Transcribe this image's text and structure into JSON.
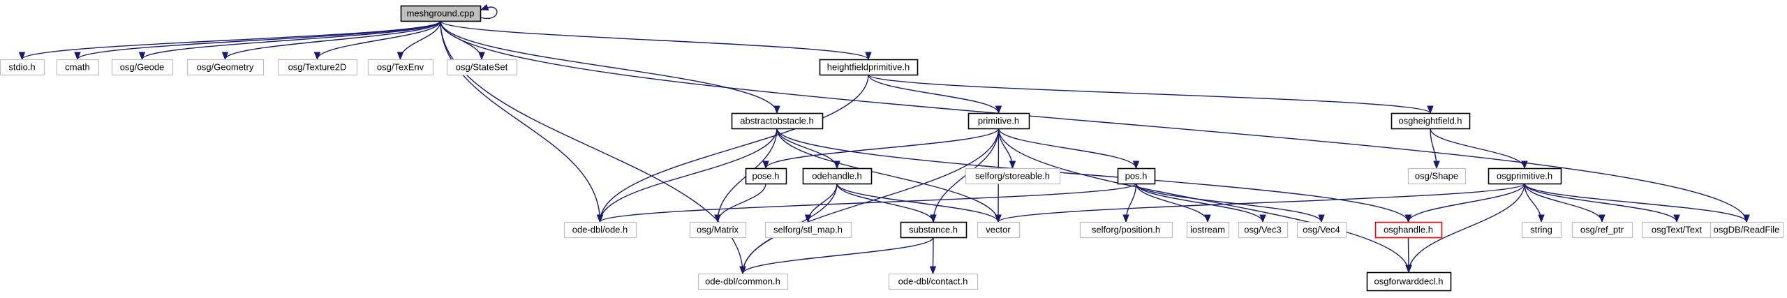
{
  "diagram": {
    "kind": "include-dependency-graph",
    "edge_color": "#191970",
    "highlight_color": "#ff0000",
    "nodes": [
      {
        "id": "meshground",
        "label": "meshground.cpp",
        "style": "root"
      },
      {
        "id": "stdio",
        "label": "stdio.h",
        "style": "external"
      },
      {
        "id": "cmath",
        "label": "cmath",
        "style": "external"
      },
      {
        "id": "geode",
        "label": "osg/Geode",
        "style": "external"
      },
      {
        "id": "geometry",
        "label": "osg/Geometry",
        "style": "external"
      },
      {
        "id": "texture2d",
        "label": "osg/Texture2D",
        "style": "external"
      },
      {
        "id": "texenv",
        "label": "osg/TexEnv",
        "style": "external"
      },
      {
        "id": "stateset",
        "label": "osg/StateSet",
        "style": "external"
      },
      {
        "id": "heightfieldprimitive",
        "label": "heightfieldprimitive.h",
        "style": "normal"
      },
      {
        "id": "abstractobstacle",
        "label": "abstractobstacle.h",
        "style": "normal"
      },
      {
        "id": "primitive",
        "label": "primitive.h",
        "style": "normal"
      },
      {
        "id": "osgheightfield",
        "label": "osgheightfield.h",
        "style": "normal"
      },
      {
        "id": "pose",
        "label": "pose.h",
        "style": "normal"
      },
      {
        "id": "odehandle",
        "label": "odehandle.h",
        "style": "normal"
      },
      {
        "id": "storeable",
        "label": "selforg/storeable.h",
        "style": "external"
      },
      {
        "id": "posh",
        "label": "pos.h",
        "style": "normal"
      },
      {
        "id": "osgshape",
        "label": "osg/Shape",
        "style": "external"
      },
      {
        "id": "osgprimitive",
        "label": "osgprimitive.h",
        "style": "normal"
      },
      {
        "id": "odedbl",
        "label": "ode-dbl/ode.h",
        "style": "external"
      },
      {
        "id": "matrix",
        "label": "osg/Matrix",
        "style": "external"
      },
      {
        "id": "stlmap",
        "label": "selforg/stl_map.h",
        "style": "external"
      },
      {
        "id": "substance",
        "label": "substance.h",
        "style": "normal"
      },
      {
        "id": "vector",
        "label": "vector",
        "style": "external"
      },
      {
        "id": "position",
        "label": "selforg/position.h",
        "style": "external"
      },
      {
        "id": "iostream",
        "label": "iostream",
        "style": "external"
      },
      {
        "id": "vec3",
        "label": "osg/Vec3",
        "style": "external"
      },
      {
        "id": "vec4",
        "label": "osg/Vec4",
        "style": "external"
      },
      {
        "id": "osghandle",
        "label": "osghandle.h",
        "style": "highlight"
      },
      {
        "id": "string",
        "label": "string",
        "style": "external"
      },
      {
        "id": "refptr",
        "label": "osg/ref_ptr",
        "style": "external"
      },
      {
        "id": "osgtext",
        "label": "osgText/Text",
        "style": "external"
      },
      {
        "id": "readfile",
        "label": "osgDB/ReadFile",
        "style": "external"
      },
      {
        "id": "common",
        "label": "ode-dbl/common.h",
        "style": "external"
      },
      {
        "id": "contact",
        "label": "ode-dbl/contact.h",
        "style": "external"
      },
      {
        "id": "osgforwarddecl",
        "label": "osgforwarddecl.h",
        "style": "normal"
      }
    ],
    "edges": [
      [
        "meshground",
        "meshground"
      ],
      [
        "meshground",
        "stdio"
      ],
      [
        "meshground",
        "cmath"
      ],
      [
        "meshground",
        "geode"
      ],
      [
        "meshground",
        "geometry"
      ],
      [
        "meshground",
        "texture2d"
      ],
      [
        "meshground",
        "texenv"
      ],
      [
        "meshground",
        "stateset"
      ],
      [
        "meshground",
        "heightfieldprimitive"
      ],
      [
        "meshground",
        "abstractobstacle"
      ],
      [
        "meshground",
        "odedbl"
      ],
      [
        "meshground",
        "common"
      ],
      [
        "meshground",
        "readfile"
      ],
      [
        "heightfieldprimitive",
        "primitive"
      ],
      [
        "heightfieldprimitive",
        "osgheightfield"
      ],
      [
        "heightfieldprimitive",
        "odedbl"
      ],
      [
        "abstractobstacle",
        "odehandle"
      ],
      [
        "abstractobstacle",
        "matrix"
      ],
      [
        "abstractobstacle",
        "vector"
      ],
      [
        "abstractobstacle",
        "odedbl"
      ],
      [
        "abstractobstacle",
        "osghandle"
      ],
      [
        "primitive",
        "pose"
      ],
      [
        "primitive",
        "storeable"
      ],
      [
        "primitive",
        "posh"
      ],
      [
        "primitive",
        "vector"
      ],
      [
        "primitive",
        "substance"
      ],
      [
        "primitive",
        "common"
      ],
      [
        "primitive",
        "osgforwarddecl"
      ],
      [
        "osgheightfield",
        "osgshape"
      ],
      [
        "osgheightfield",
        "osgprimitive"
      ],
      [
        "pose",
        "matrix"
      ],
      [
        "odehandle",
        "stlmap"
      ],
      [
        "odehandle",
        "substance"
      ],
      [
        "odehandle",
        "vector"
      ],
      [
        "odehandle",
        "common"
      ],
      [
        "posh",
        "odedbl"
      ],
      [
        "posh",
        "position"
      ],
      [
        "posh",
        "iostream"
      ],
      [
        "posh",
        "vec3"
      ],
      [
        "posh",
        "vec4"
      ],
      [
        "osgprimitive",
        "vector"
      ],
      [
        "osgprimitive",
        "osghandle"
      ],
      [
        "osgprimitive",
        "osgforwarddecl"
      ],
      [
        "osgprimitive",
        "string"
      ],
      [
        "osgprimitive",
        "refptr"
      ],
      [
        "osgprimitive",
        "osgtext"
      ],
      [
        "osgprimitive",
        "readfile"
      ],
      [
        "substance",
        "common"
      ],
      [
        "substance",
        "contact"
      ],
      [
        "osghandle",
        "osgforwarddecl"
      ]
    ]
  }
}
